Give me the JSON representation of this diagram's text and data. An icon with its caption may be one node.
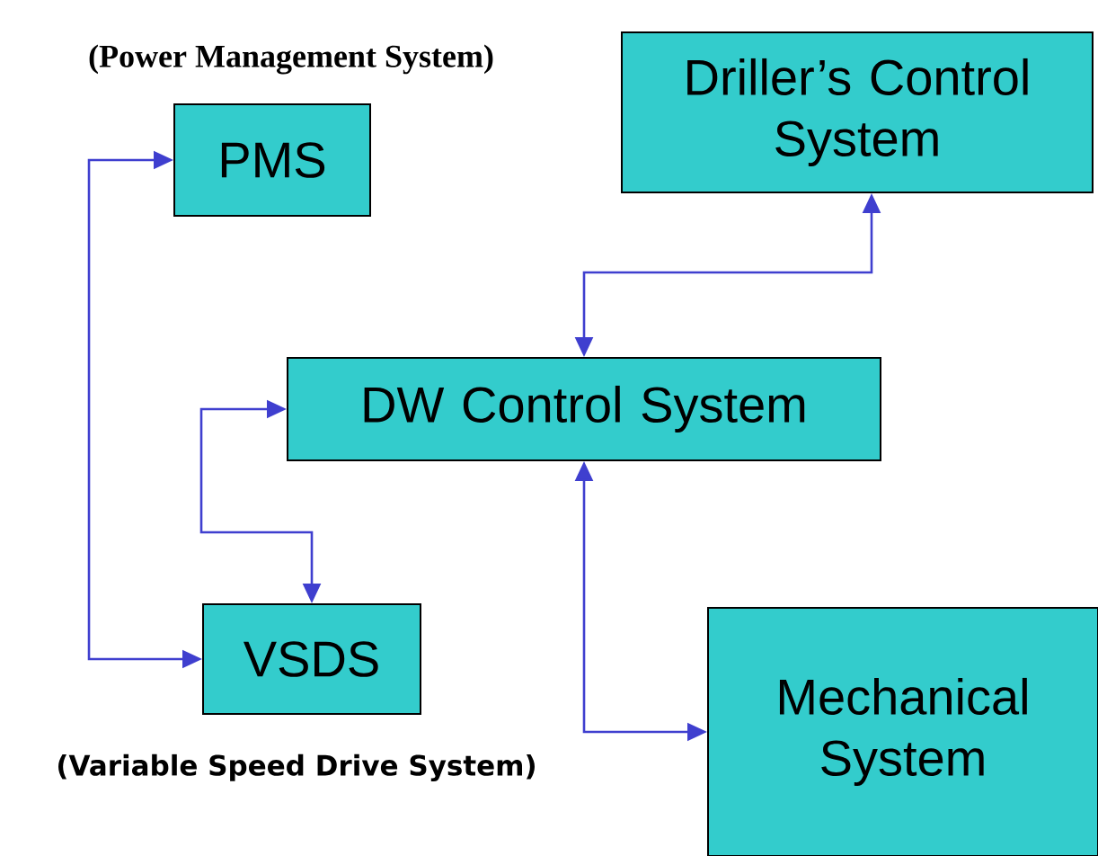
{
  "diagram": {
    "nodes": [
      {
        "text": [
          "PMS"
        ],
        "beside": [
          "(Power Management System)"
        ]
      },
      {
        "text": [
          "Driller’s Control System"
        ]
      },
      {
        "text": [
          "DW Control System"
        ]
      },
      {
        "text": [
          "VSDS"
        ],
        "beside": [
          "(Variable Speed Drive System)"
        ]
      },
      {
        "text": [
          "Mechanical System"
        ]
      }
    ],
    "edges": [
      {
        "from": 0,
        "to": 3,
        "arrow": "both"
      },
      {
        "from": 2,
        "to": 1,
        "arrow": "both"
      },
      {
        "from": 2,
        "to": 3,
        "arrow": "both"
      },
      {
        "from": 2,
        "to": 4,
        "arrow": "both"
      }
    ]
  }
}
